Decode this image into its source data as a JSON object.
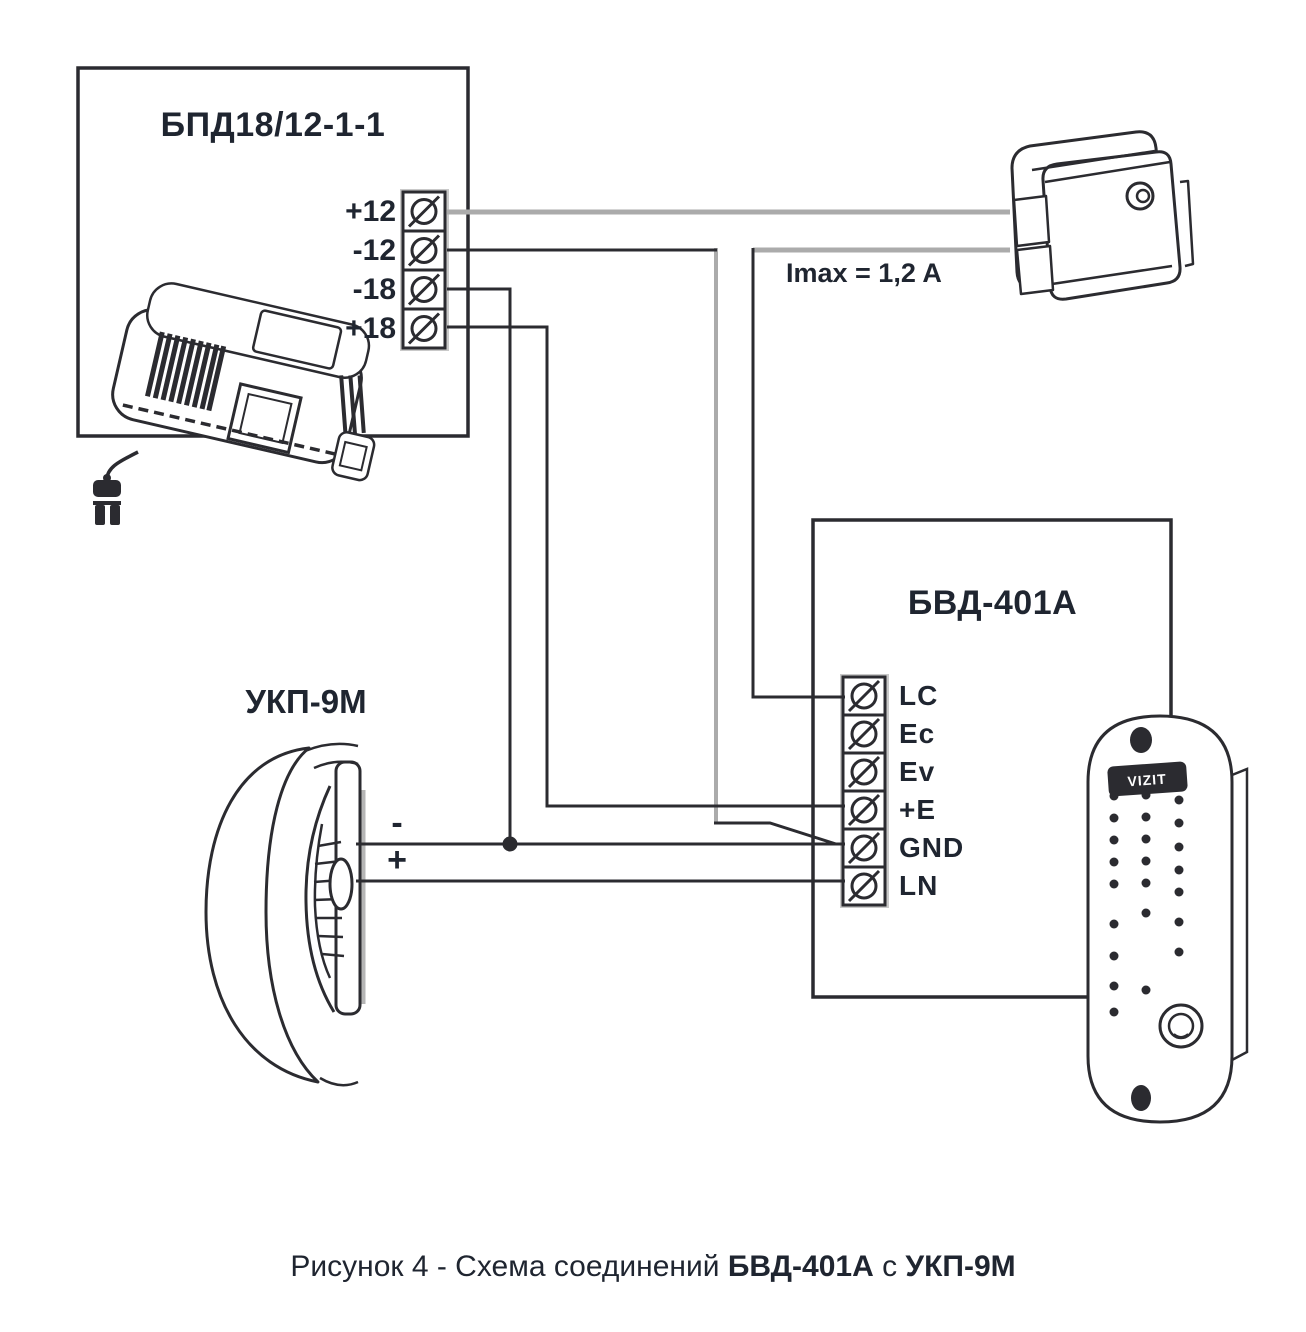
{
  "diagram": {
    "psu": {
      "title": "БПД18/12-1-1",
      "terminals": [
        "+12",
        "-12",
        "-18",
        "+18"
      ]
    },
    "lock": {
      "imax_label": "Imax = 1,2 A"
    },
    "panel": {
      "title": "БВД-401А",
      "terminals": [
        "LC",
        "Ec",
        "Ev",
        "+E",
        "GND",
        "LN"
      ]
    },
    "handset": {
      "title": "УКП-9М",
      "minus_label": "-",
      "plus_label": "+"
    },
    "doorplate": {
      "brand": "VIZIT"
    },
    "caption": {
      "text_regular_1": "Рисунок 4 - Схема соединений ",
      "text_bold_1": "БВД-401А",
      "text_regular_2": " с ",
      "text_bold_2": "УКП-9М"
    },
    "colors": {
      "ink": "#2b2b30",
      "text": "#1f2530",
      "wire_gray": "#ababab",
      "plate_gray": "#c9c9c9"
    }
  }
}
